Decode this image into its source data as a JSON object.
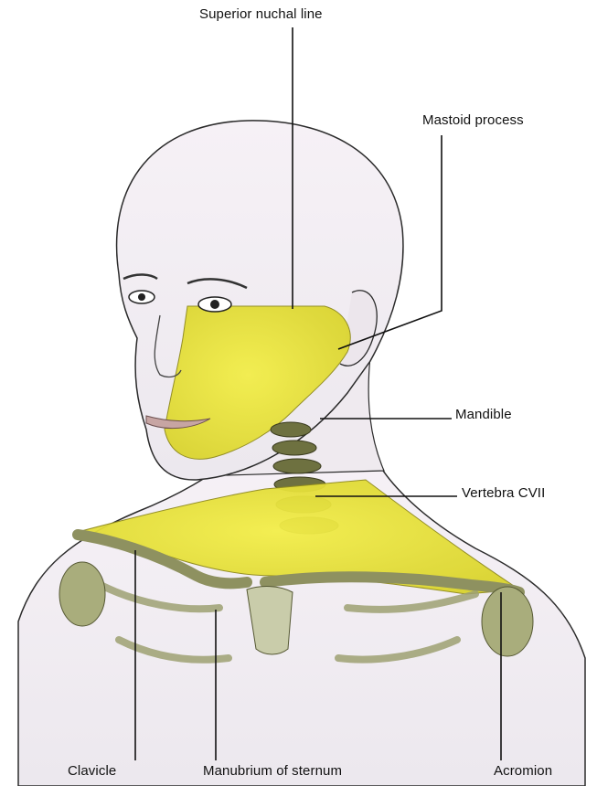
{
  "labels": {
    "superior_nuchal_line": "Superior nuchal line",
    "mastoid_process": "Mastoid process",
    "mandible": "Mandible",
    "vertebra_cvii": "Vertebra CVII",
    "clavicle": "Clavicle",
    "manubrium_of_sternum": "Manubrium of sternum",
    "acromion": "Acromion"
  },
  "colors": {
    "highlight_region": "#e9e33a",
    "skin": "#f3eef2",
    "outline": "#2b2b2b",
    "bone": "#dfe3c8",
    "leader_line": "#111111"
  }
}
